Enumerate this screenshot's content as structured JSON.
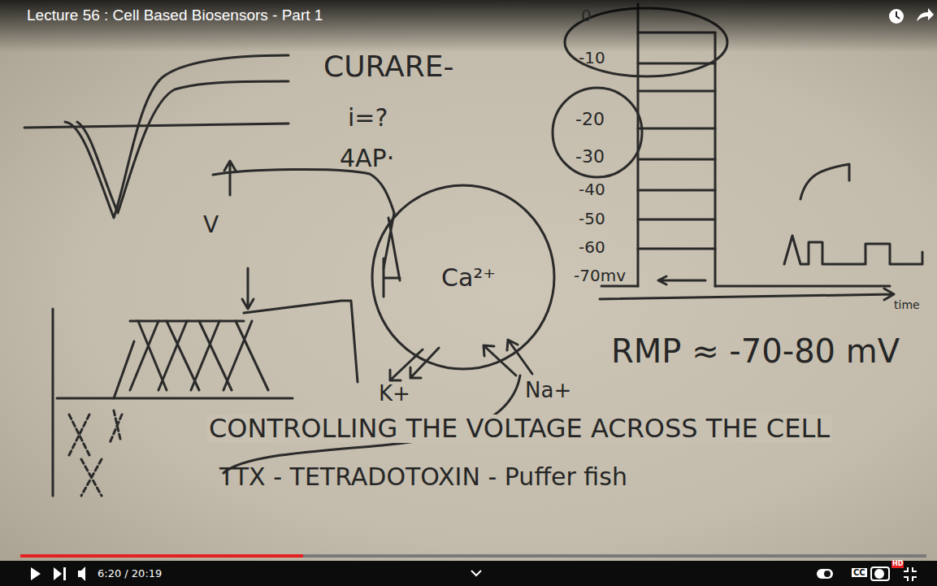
{
  "diagram": {
    "title": "Lecture 56 : Cell Based Biosensors - Part 1",
    "nodes": [
      {
        "text": [
          "Ca²⁺"
        ]
      }
    ],
    "labels": [
      "CURARE-",
      "i=?",
      "4AP·",
      "V",
      "K+",
      "Na+",
      "0",
      "-10",
      "-20",
      "-30",
      "-40",
      "-50",
      "-60",
      "-70mv",
      "time",
      "RMP ≈ -70-80 mV",
      "CONTROLLING THE VOLTAGE ACROSS THE CELL",
      "TTX - TETRADOTOXIN - Puffer fish",
      "6:20 / 20:19",
      "CC",
      "HD"
    ]
  }
}
